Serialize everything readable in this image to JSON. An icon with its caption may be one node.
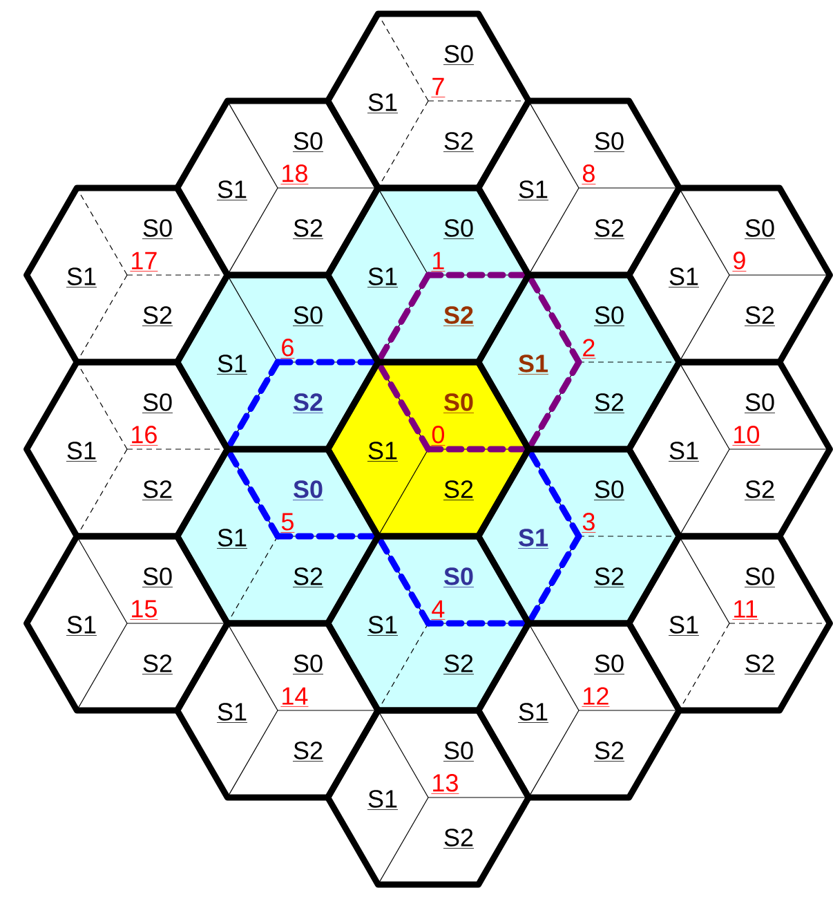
{
  "diagram": {
    "nodes": [
      {
        "text": [
          "S0",
          "S1",
          "0",
          "S2"
        ]
      },
      {
        "text": [
          "S0",
          "S1",
          "1",
          "S2"
        ]
      },
      {
        "text": [
          "S0",
          "S1",
          "2",
          "S2"
        ]
      },
      {
        "text": [
          "S0",
          "S1",
          "3",
          "S2"
        ]
      },
      {
        "text": [
          "S0",
          "S1",
          "4",
          "S2"
        ]
      },
      {
        "text": [
          "S0",
          "S1",
          "5",
          "S2"
        ]
      },
      {
        "text": [
          "S0",
          "S1",
          "6",
          "S2"
        ]
      },
      {
        "text": [
          "S0",
          "S1",
          "7",
          "S2"
        ]
      },
      {
        "text": [
          "S0",
          "S1",
          "8",
          "S2"
        ]
      },
      {
        "text": [
          "S0",
          "S1",
          "9",
          "S2"
        ]
      },
      {
        "text": [
          "S0",
          "S1",
          "10",
          "S2"
        ]
      },
      {
        "text": [
          "S0",
          "S1",
          "11",
          "S2"
        ]
      },
      {
        "text": [
          "S0",
          "S1",
          "12",
          "S2"
        ]
      },
      {
        "text": [
          "S0",
          "S1",
          "13",
          "S2"
        ]
      },
      {
        "text": [
          "S0",
          "S1",
          "14",
          "S2"
        ]
      },
      {
        "text": [
          "S0",
          "S1",
          "15",
          "S2"
        ]
      },
      {
        "text": [
          "S0",
          "S1",
          "16",
          "S2"
        ]
      },
      {
        "text": [
          "S0",
          "S1",
          "17",
          "S2"
        ]
      },
      {
        "text": [
          "S0",
          "S1",
          "18",
          "S2"
        ]
      }
    ]
  }
}
